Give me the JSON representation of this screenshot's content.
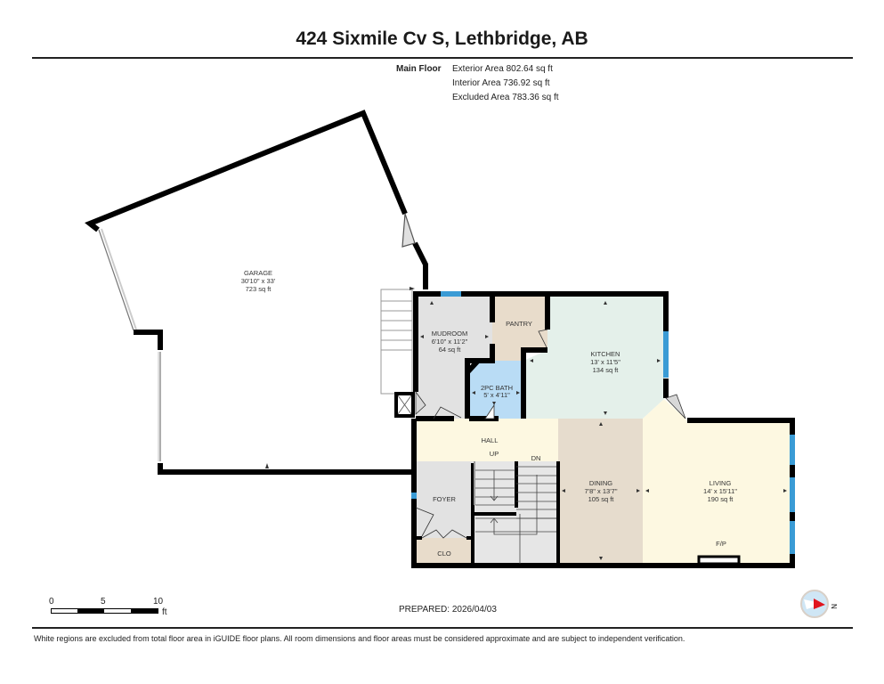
{
  "header": {
    "title": "424 Sixmile Cv S, Lethbridge, AB"
  },
  "summary": {
    "floor_label": "Main Floor",
    "exterior_area": "Exterior Area 802.64 sq ft",
    "interior_area": "Interior Area 736.92 sq ft",
    "excluded_area": "Excluded Area 783.36 sq ft"
  },
  "rooms": {
    "garage": {
      "name": "GARAGE",
      "dims": "30'10\" x 33'",
      "area": "723 sq ft"
    },
    "mudroom": {
      "name": "MUDROOM",
      "dims": "6'10\" x 11'2\"",
      "area": "64 sq ft"
    },
    "pantry": {
      "name": "PANTRY"
    },
    "kitchen": {
      "name": "KITCHEN",
      "dims": "13' x 11'5\"",
      "area": "134 sq ft"
    },
    "bath": {
      "name": "2PC BATH",
      "dims": "5' x 4'11\""
    },
    "hall": {
      "name": "HALL"
    },
    "stairs_up": {
      "name": "UP"
    },
    "stairs_dn": {
      "name": "DN"
    },
    "foyer": {
      "name": "FOYER"
    },
    "closet": {
      "name": "CLO"
    },
    "dining": {
      "name": "DINING",
      "dims": "7'8\" x 13'7\"",
      "area": "105 sq ft"
    },
    "living": {
      "name": "LIVING",
      "dims": "14' x 15'11\"",
      "area": "190 sq ft"
    },
    "fireplace": {
      "name": "F/P"
    }
  },
  "colors": {
    "wall": "#000000",
    "window": "#3a9bd5",
    "mudroom": "#e2e2e2",
    "pantry": "#e8dccb",
    "kitchen": "#e4f0ea",
    "bath": "#b9dcf5",
    "hall": "#fdf8e1",
    "foyer": "#e2e2e2",
    "closet": "#e8dccb",
    "dining": "#e6dccd",
    "living": "#fdf8e1",
    "stairs": "#e6e6e6"
  },
  "scale_bar": {
    "ticks": [
      "0",
      "5",
      "10"
    ],
    "unit": "ft"
  },
  "prepared": "PREPARED: 2026/04/03",
  "compass": {
    "label": "N"
  },
  "disclaimer": "White regions are excluded from total floor area in iGUIDE floor plans. All room dimensions and floor areas must be considered approximate and are subject to independent verification."
}
